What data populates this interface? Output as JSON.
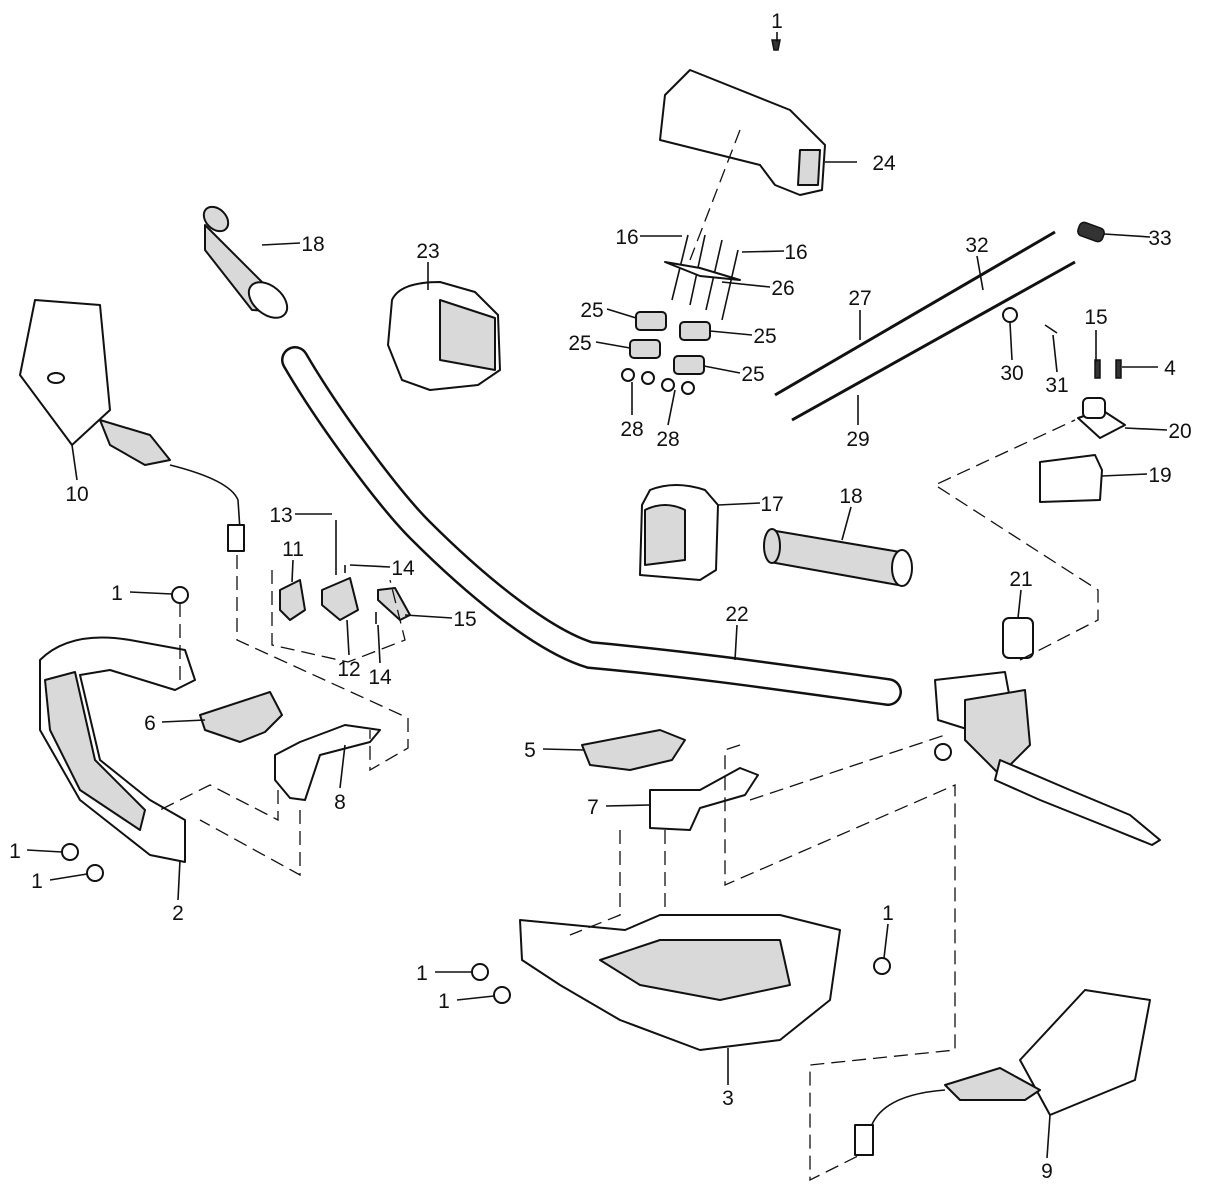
{
  "diagram": {
    "title": "Handlebar exploded parts diagram",
    "labels": {
      "screw_top": "1",
      "cover_24": "24",
      "grip_left": "18",
      "switch_23": "23",
      "bolt_16a": "16",
      "bolt_16b": "16",
      "plate_26": "26",
      "clamp_25a": "25",
      "clamp_25b": "25",
      "clamp_25c": "25",
      "clamp_25d": "25",
      "nut_28a": "28",
      "nut_28b": "28",
      "cable_27": "27",
      "cable_29": "29",
      "part_32": "32",
      "part_33": "33",
      "part_30": "30",
      "part_31": "31",
      "screw_15r": "15",
      "screw_4": "4",
      "bracket_20": "20",
      "part_19": "19",
      "mirror_10": "10",
      "throttle_17": "17",
      "grip_right": "18",
      "screw_13": "13",
      "clamp_11": "11",
      "screw_14a": "14",
      "clip_15": "15",
      "clamp_12": "12",
      "screw_14b": "14",
      "switch_21": "21",
      "handlebar_22": "22",
      "screw_1a": "1",
      "insert_6": "6",
      "insert_5": "5",
      "bracket_8": "8",
      "bracket_7": "7",
      "screw_1b": "1",
      "screw_1c": "1",
      "guard_2": "2",
      "screw_1d": "1",
      "screw_1e": "1",
      "screw_1f": "1",
      "guard_3": "3",
      "mirror_9": "9"
    }
  }
}
